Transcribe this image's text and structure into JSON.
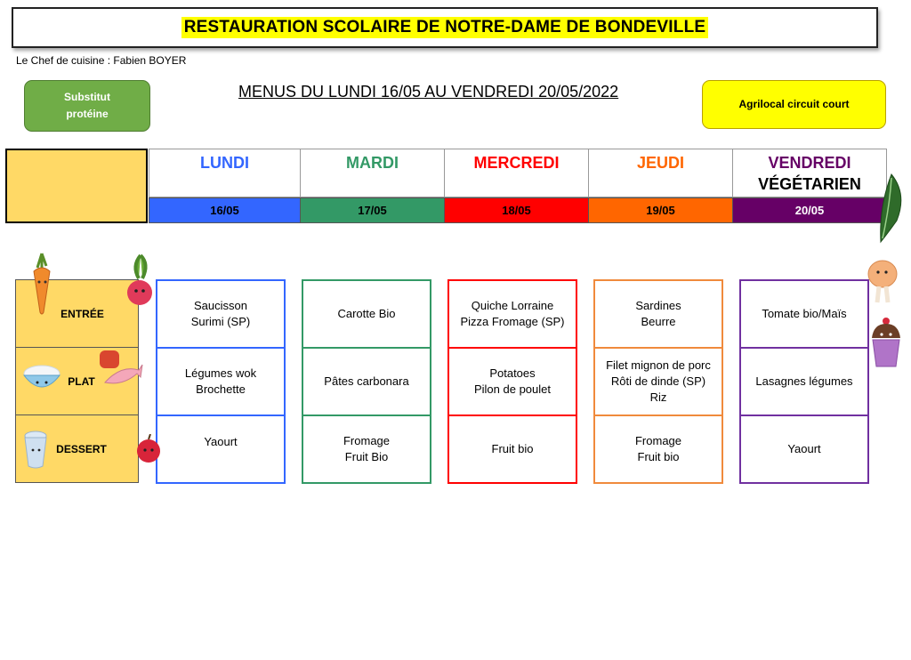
{
  "header": {
    "title": "RESTAURATION SCOLAIRE DE NOTRE-DAME DE BONDEVILLE",
    "chef": "Le Chef de cuisine : Fabien BOYER",
    "subtitle": "MENUS DU LUNDI 16/05 AU VENDREDI 20/05/2022"
  },
  "legend": {
    "substitute": "Substitut\nprotéine",
    "agrilocal": "Agrilocal circuit court"
  },
  "colors": {
    "title_highlight": "#ffff00",
    "corner_yellow": "#ffd966",
    "substitute_green": "#70ad47",
    "lundi": "#3366ff",
    "mardi": "#339966",
    "mercredi": "#ff0000",
    "jeudi": "#ff6600",
    "vendredi": "#660066"
  },
  "categories": [
    {
      "label": "ENTRÉE",
      "icon": "carrot-icon"
    },
    {
      "label": "PLAT",
      "icon": "rice-bowl-icon"
    },
    {
      "label": "DESSERT",
      "icon": "yogurt-icon"
    }
  ],
  "days": [
    {
      "name": "LUNDI",
      "extra": "",
      "date": "16/05",
      "color": "#3366ff",
      "entree": "Saucisson\nSurimi (SP)",
      "plat": "Légumes wok\nBrochette",
      "dessert": "Yaourt"
    },
    {
      "name": "MARDI",
      "extra": "",
      "date": "17/05",
      "color": "#339966",
      "entree": "Carotte Bio",
      "plat": "Pâtes carbonara",
      "dessert": "Fromage\nFruit Bio"
    },
    {
      "name": "MERCREDI",
      "extra": "",
      "date": "18/05",
      "color": "#ff0000",
      "entree": "Quiche Lorraine\nPizza Fromage (SP)",
      "plat": "Potatoes\nPilon de poulet",
      "dessert": "Fruit bio"
    },
    {
      "name": "JEUDI",
      "extra": "",
      "date": "19/05",
      "color": "#ff6600",
      "entree": "Sardines\nBeurre",
      "plat": "Filet mignon de porc\nRôti de dinde (SP)\nRiz",
      "dessert": "Fromage\nFruit bio"
    },
    {
      "name": "VENDREDI",
      "extra": "VÉGÉTARIEN",
      "date": "20/05",
      "color": "#660066",
      "entree": "Tomate bio/Maïs",
      "plat": "Lasagnes légumes",
      "dessert": "Yaourt"
    }
  ]
}
